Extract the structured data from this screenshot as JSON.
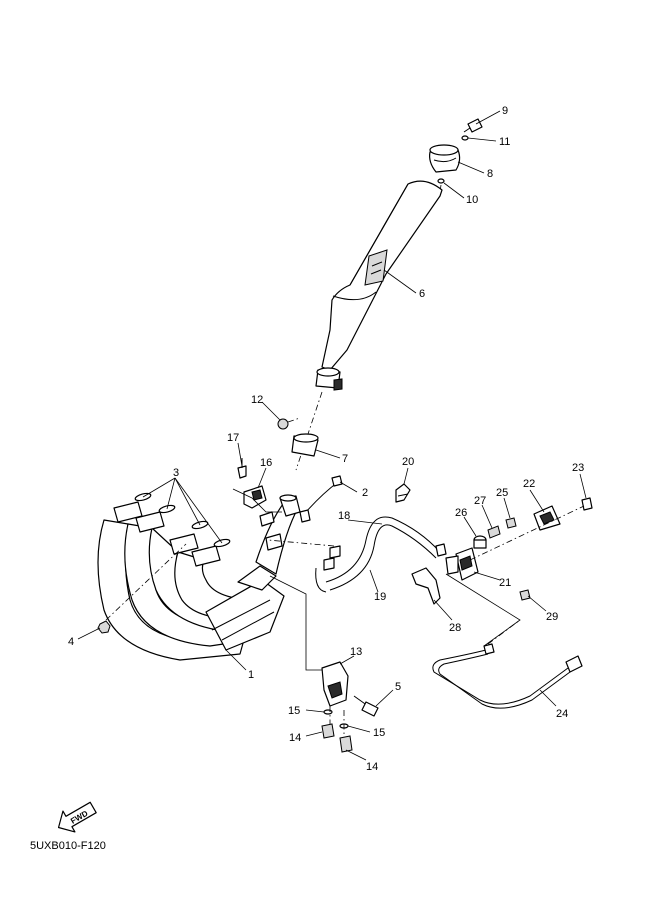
{
  "diagram_code": "5UXB010-F120",
  "fwd_label": "FWD",
  "callouts": {
    "c1": "1",
    "c2": "2",
    "c3": "3",
    "c4": "4",
    "c5": "5",
    "c6": "6",
    "c7": "7",
    "c8": "8",
    "c9": "9",
    "c10": "10",
    "c11": "11",
    "c12": "12",
    "c13": "13",
    "c14a": "14",
    "c14b": "14",
    "c15a": "15",
    "c15b": "15",
    "c16": "16",
    "c17": "17",
    "c18": "18",
    "c19": "19",
    "c20": "20",
    "c21": "21",
    "c22": "22",
    "c23": "23",
    "c24": "24",
    "c25": "25",
    "c26": "26",
    "c27": "27",
    "c28": "28",
    "c29": "29"
  },
  "icons": {
    "fwd": "fwd-arrow-icon"
  }
}
